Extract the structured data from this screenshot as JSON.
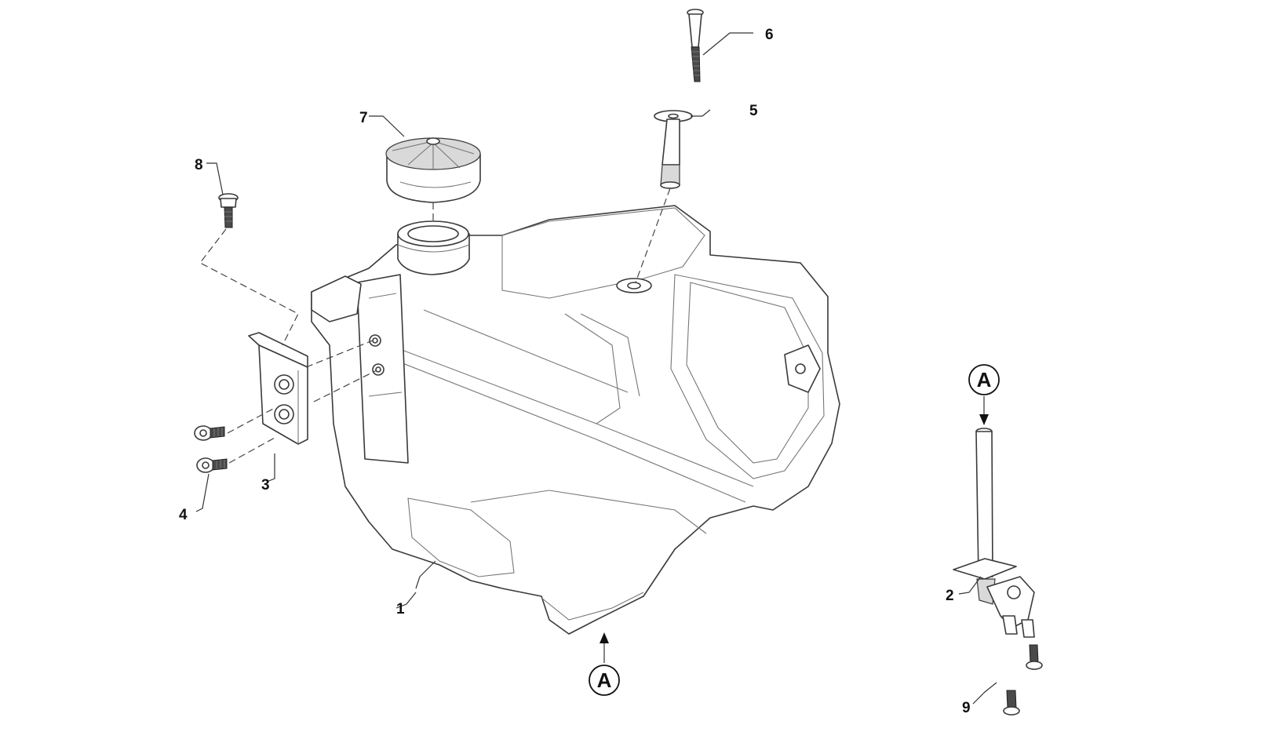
{
  "callouts": {
    "c1": "1",
    "c2": "2",
    "c3": "3",
    "c4": "4",
    "c5": "5",
    "c6": "6",
    "c7": "7",
    "c8": "8",
    "c9": "9"
  },
  "view_refs": {
    "ref_a_bottom": "A",
    "ref_a_right": "A"
  }
}
